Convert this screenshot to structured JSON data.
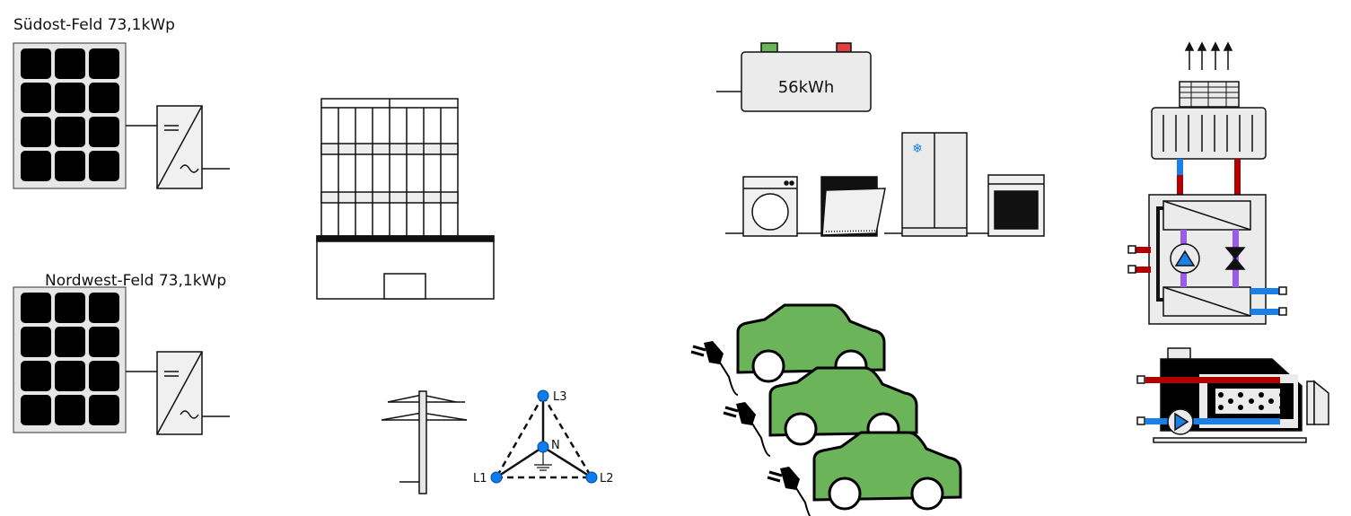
{
  "pv_fields": [
    {
      "label": "Südost-Feld 73,1kWp"
    },
    {
      "label": "Nordwest-Feld 73,1kWp"
    }
  ],
  "inverter": {
    "dc_symbol": "=",
    "ac_symbol": "~"
  },
  "battery": {
    "capacity": "56kWh"
  },
  "grid": {
    "phases": {
      "l1": "L1",
      "l2": "L2",
      "l3": "L3",
      "n": "N"
    }
  },
  "colors": {
    "car_green": "#6bb45a",
    "pipe_red": "#b00000",
    "pipe_blue": "#1a7fe6",
    "node_blue": "#0a7ef0",
    "pipe_purple": "#9a5ce6",
    "panel_cell": "#000000",
    "panel_frame": "#e6e6e6"
  }
}
